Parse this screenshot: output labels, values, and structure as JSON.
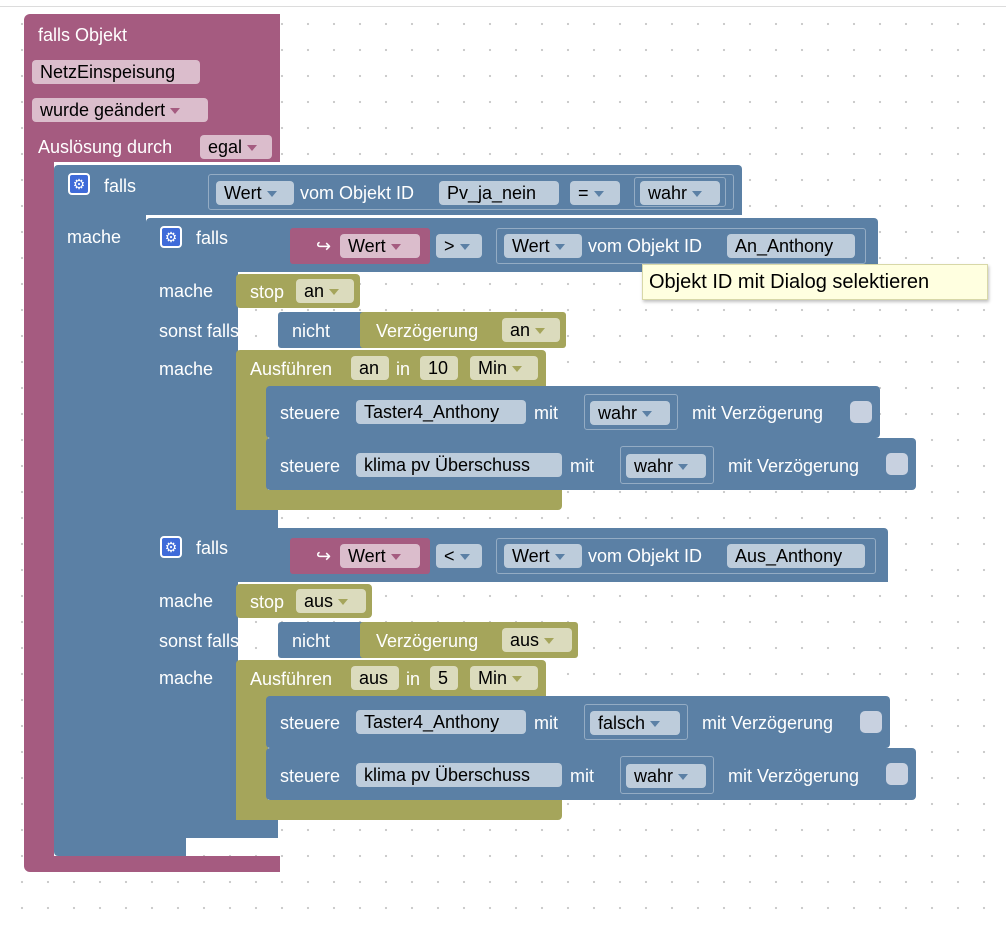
{
  "trigger": {
    "label_if_object": "falls Objekt",
    "object_id": "NetzEinspeisung",
    "event": "wurde geändert",
    "trigger_label": "Auslösung durch",
    "trigger_value": "egal"
  },
  "outer_if": {
    "if_label": "falls",
    "do_label": "mache",
    "value_field": "Wert",
    "of_object_label": "vom Objekt ID",
    "object_id": "Pv_ja_nein",
    "operator": "=",
    "compare_value": "wahr"
  },
  "if_blocks": [
    {
      "if_label": "falls",
      "arrow": "↪",
      "var_field": "Wert",
      "operator": ">",
      "value_field": "Wert",
      "of_object_label": "vom Objekt ID",
      "object_id": "An_Anthony",
      "do_label": "mache",
      "stop_label": "stop",
      "stop_value": "an",
      "elseif_label": "sonst falls",
      "not_label": "nicht",
      "delay_label": "Verzögerung",
      "delay_value": "an",
      "do2_label": "mache",
      "exec_label": "Ausführen",
      "exec_name": "an",
      "in_label": "in",
      "exec_amount": "10",
      "exec_unit": "Min",
      "controls": [
        {
          "label": "steuere",
          "target": "Taster4_Anthony",
          "with_label": "mit",
          "value": "wahr",
          "delay_label": "mit Verzögerung"
        },
        {
          "label": "steuere",
          "target": "klima pv Überschuss",
          "with_label": "mit",
          "value": "wahr",
          "delay_label": "mit Verzögerung"
        }
      ]
    },
    {
      "if_label": "falls",
      "arrow": "↪",
      "var_field": "Wert",
      "operator": "<",
      "value_field": "Wert",
      "of_object_label": "vom Objekt ID",
      "object_id": "Aus_Anthony",
      "do_label": "mache",
      "stop_label": "stop",
      "stop_value": "aus",
      "elseif_label": "sonst falls",
      "not_label": "nicht",
      "delay_label": "Verzögerung",
      "delay_value": "aus",
      "do2_label": "mache",
      "exec_label": "Ausführen",
      "exec_name": "aus",
      "in_label": "in",
      "exec_amount": "5",
      "exec_unit": "Min",
      "controls": [
        {
          "label": "steuere",
          "target": "Taster4_Anthony",
          "with_label": "mit",
          "value": "falsch",
          "delay_label": "mit Verzögerung"
        },
        {
          "label": "steuere",
          "target": "klima pv Überschuss",
          "with_label": "mit",
          "value": "wahr",
          "delay_label": "mit Verzögerung"
        }
      ]
    }
  ],
  "tooltip": {
    "text": "Objekt ID mit Dialog selektieren"
  },
  "colors": {
    "event_block": "#a55b80",
    "logic_block": "#5b80a5",
    "timer_block": "#a5a55b",
    "gear_icon": "#3f6bd9",
    "tooltip_bg": "#ffffe0"
  }
}
